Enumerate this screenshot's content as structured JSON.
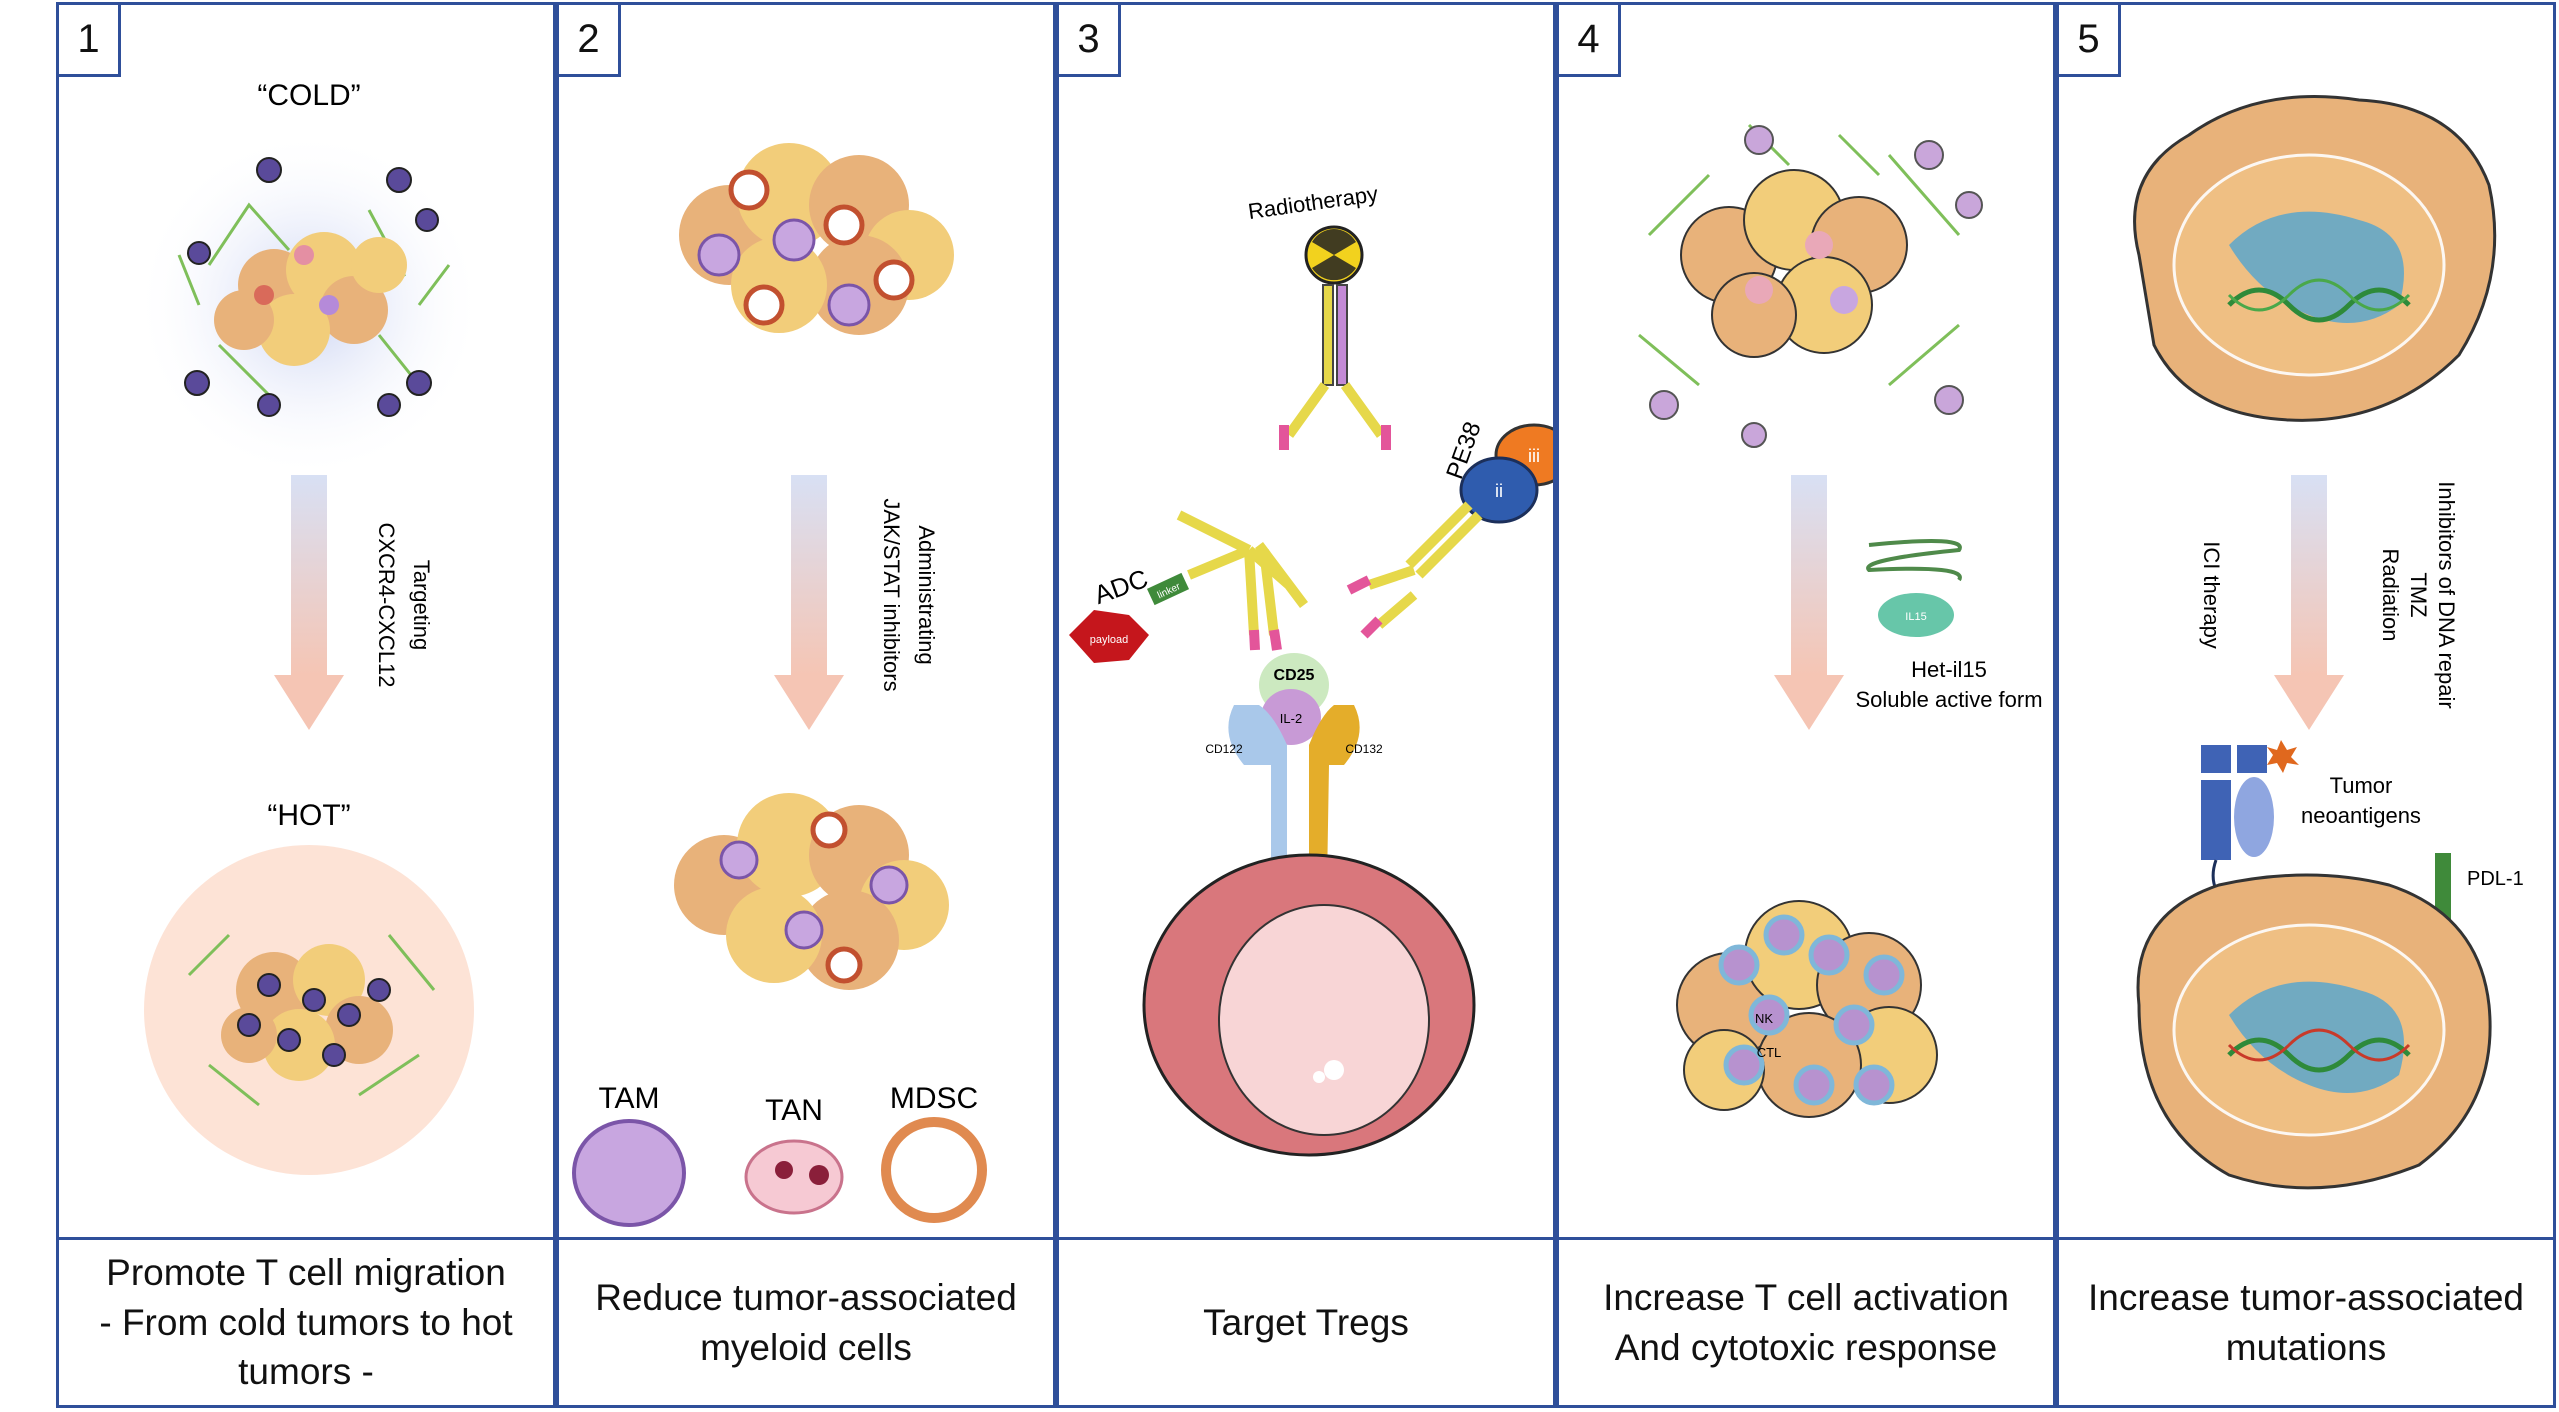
{
  "panels": [
    {
      "num": "1",
      "caption": "Promote T cell migration\n- From cold tumors to hot\ntumors -",
      "top_label": "“COLD”",
      "bottom_label": "“HOT”",
      "arrow_label_1": "Targeting",
      "arrow_label_2": "CXCR4-CXCL12"
    },
    {
      "num": "2",
      "caption": "Reduce tumor-associated\nmyeloid cells",
      "arrow_label_1": "Administrating",
      "arrow_label_2": "JAK/STAT inhibitors",
      "legend": [
        "TAM",
        "TAN",
        "MDSC"
      ]
    },
    {
      "num": "3",
      "caption": "Target Tregs",
      "radiotherapy": "Radiotherapy",
      "pe38": "PE38",
      "adc": "ADC",
      "payload": "payload",
      "linker": "linker",
      "domain_ii": "ii",
      "domain_iii": "iii",
      "cd25": "CD25",
      "il2": "IL-2",
      "cd122": "CD122",
      "cd132": "CD132"
    },
    {
      "num": "4",
      "caption": "Increase T cell activation\nAnd cytotoxic response",
      "il15": "IL15",
      "het_label_1": "Het-il15",
      "het_label_2": "Soluble active form",
      "nk": "NK",
      "ctl": "CTL"
    },
    {
      "num": "5",
      "caption": "Increase tumor-associated\nmutations",
      "arrow_label_left": "ICI therapy",
      "arrow_label_r1": "Inhibitors of DNA repair",
      "arrow_label_r2": "TMZ",
      "arrow_label_r3": "Radiation",
      "tumor_label_1": "Tumor",
      "tumor_label_2": "neoantigens",
      "pdl1": "PDL-1"
    }
  ],
  "colors": {
    "border": "#2f4f9a",
    "tumor_cell": "#e8b27a",
    "stroma": "#7fbf5a",
    "arrow": "#e9c2b8"
  }
}
